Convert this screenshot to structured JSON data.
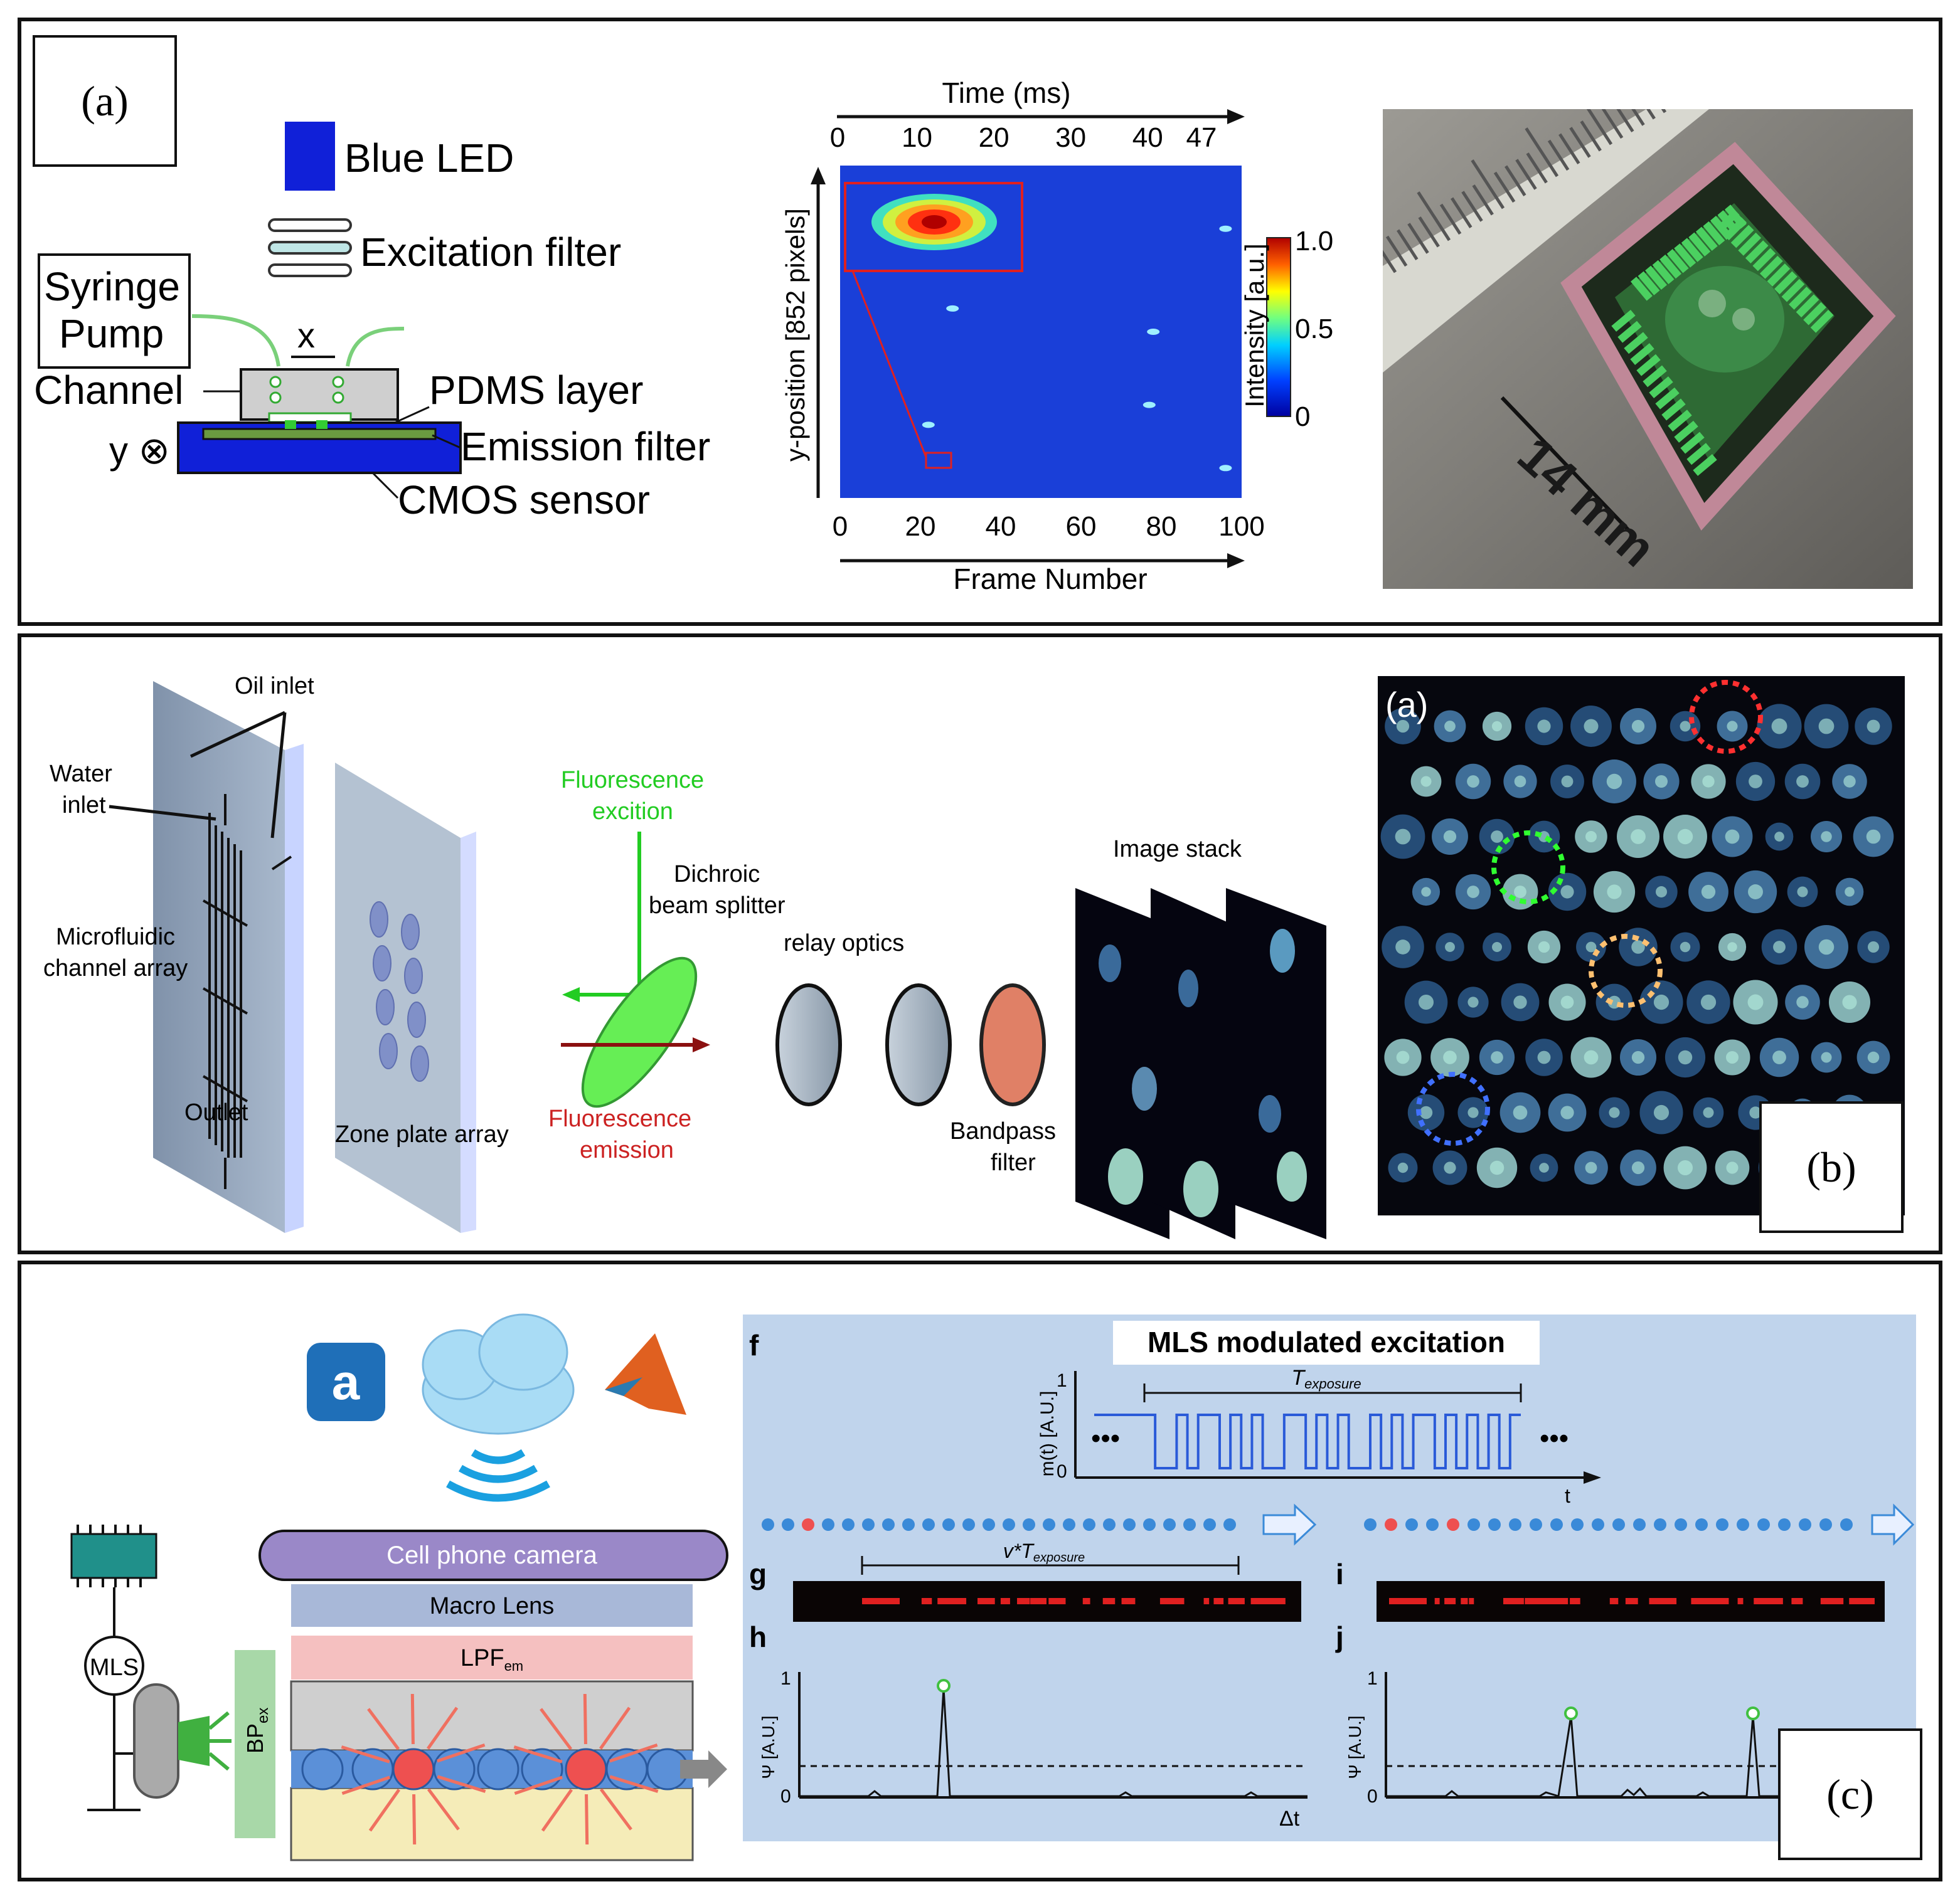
{
  "panel_a": {
    "label": "(a)",
    "schematic": {
      "blue_led": "Blue LED",
      "excitation_filter": "Excitation filter",
      "syringe_pump": [
        "Syringe",
        "Pump"
      ],
      "x_axis": "x",
      "channel": "Channel",
      "pdms_layer": "PDMS layer",
      "y_axis": "y ⊗",
      "emission_filter": "Emission filter",
      "cmos_sensor": "CMOS sensor"
    },
    "photo": {
      "scale": "14 mm"
    }
  },
  "chart_data": {
    "type": "heatmap",
    "x_top_label": "Time (ms)",
    "x_top_ticks": [
      "0",
      "10",
      "20",
      "30",
      "40",
      "47"
    ],
    "x_bottom_label": "Frame Number",
    "x_bottom_ticks": [
      "0",
      "20",
      "40",
      "60",
      "80",
      "100"
    ],
    "ylabel": "y-position [852 pixels]",
    "colorbar_label": "Intensity [a.u.]",
    "colorbar_ticks": [
      "1.0",
      "0.5",
      "0"
    ],
    "background_color": "#1a3fd8",
    "spots": [
      {
        "frame": 22,
        "y_frac": 0.78
      },
      {
        "frame": 28,
        "y_frac": 0.43
      },
      {
        "frame": 78,
        "y_frac": 0.5
      },
      {
        "frame": 77,
        "y_frac": 0.72
      },
      {
        "frame": 96,
        "y_frac": 0.19
      },
      {
        "frame": 96,
        "y_frac": 0.91
      }
    ]
  },
  "panel_b": {
    "label": "(b)",
    "inset_label": "(a)",
    "oil_inlet": "Oil inlet",
    "water_inlet": [
      "Water",
      "inlet"
    ],
    "microfluidic": [
      "Microfluidic",
      "channel array"
    ],
    "outlet": "Outlet",
    "zone_plate": "Zone plate array",
    "fluor_excitation": [
      "Fluorescence",
      "excition"
    ],
    "dichroic": [
      "Dichroic",
      "beam splitter"
    ],
    "fluor_emission": [
      "Fluorescence",
      "emission"
    ],
    "relay_optics": "relay optics",
    "bandpass": [
      "Bandpass",
      "filter"
    ],
    "image_stack": "Image stack"
  },
  "panel_c": {
    "label": "(c)",
    "mls": "MLS",
    "bp": "BP",
    "bp_sub": "ex",
    "cell_phone": "Cell phone camera",
    "macro_lens": "Macro Lens",
    "lpf": "LPF",
    "lpf_sub": "em",
    "amazon": "a",
    "title": "MLS modulated excitation",
    "f": "f",
    "g": "g",
    "h": "h",
    "i": "i",
    "j": "j",
    "m_axis": "m(t) [A.U.]",
    "t": "t",
    "t_exposure": "T",
    "exposure_sub": "exposure",
    "v_texposure": "v*T",
    "psi_axis": "Ψ [A.U.]",
    "dt": "Δt",
    "one": "1",
    "zero": "0",
    "dots": "•••"
  }
}
